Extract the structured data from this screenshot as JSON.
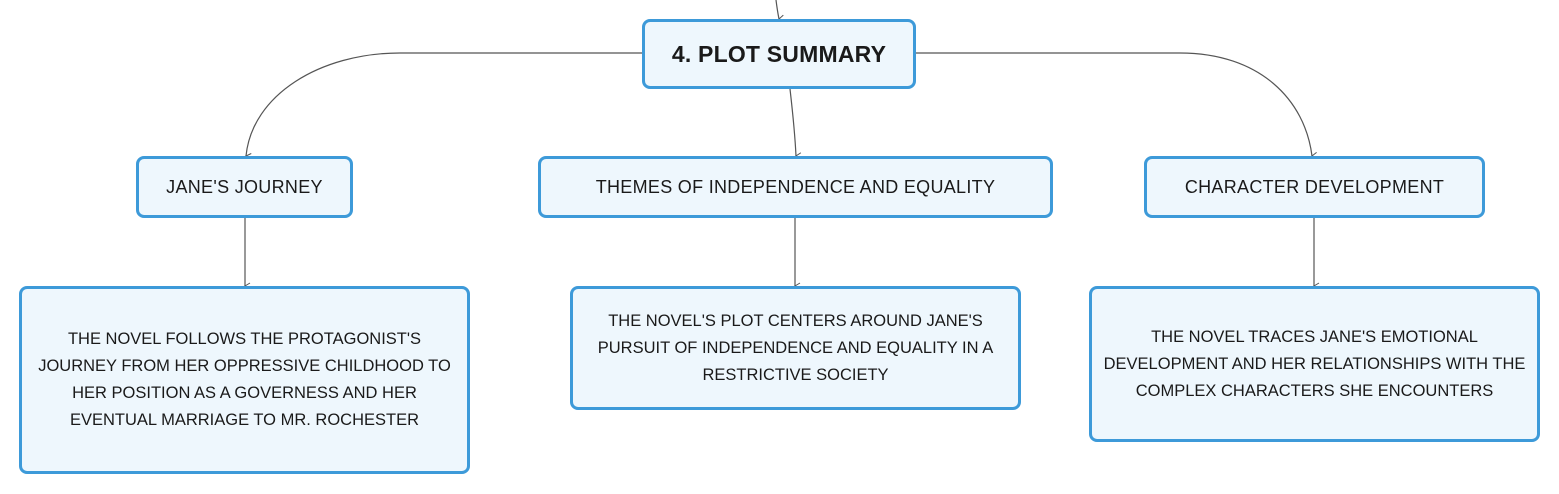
{
  "diagram": {
    "root": {
      "label": "4. PLOT SUMMARY"
    },
    "branches": [
      {
        "label": "JANE'S JOURNEY",
        "detail": "THE NOVEL FOLLOWS THE PROTAGONIST'S JOURNEY FROM HER OPPRESSIVE CHILDHOOD TO HER POSITION AS A GOVERNESS AND HER EVENTUAL MARRIAGE TO MR. ROCHESTER"
      },
      {
        "label": "THEMES OF INDEPENDENCE AND EQUALITY",
        "detail": "THE NOVEL'S PLOT CENTERS AROUND JANE'S PURSUIT OF INDEPENDENCE AND EQUALITY IN A RESTRICTIVE SOCIETY"
      },
      {
        "label": "CHARACTER DEVELOPMENT",
        "detail": "THE NOVEL TRACES JANE'S EMOTIONAL DEVELOPMENT AND HER RELATIONSHIPS WITH THE COMPLEX CHARACTERS SHE ENCOUNTERS"
      }
    ]
  },
  "colors": {
    "node_border": "#3d9ad9",
    "node_fill": "#eef7fd",
    "connector": "#555555",
    "text": "#1a1a1a"
  }
}
